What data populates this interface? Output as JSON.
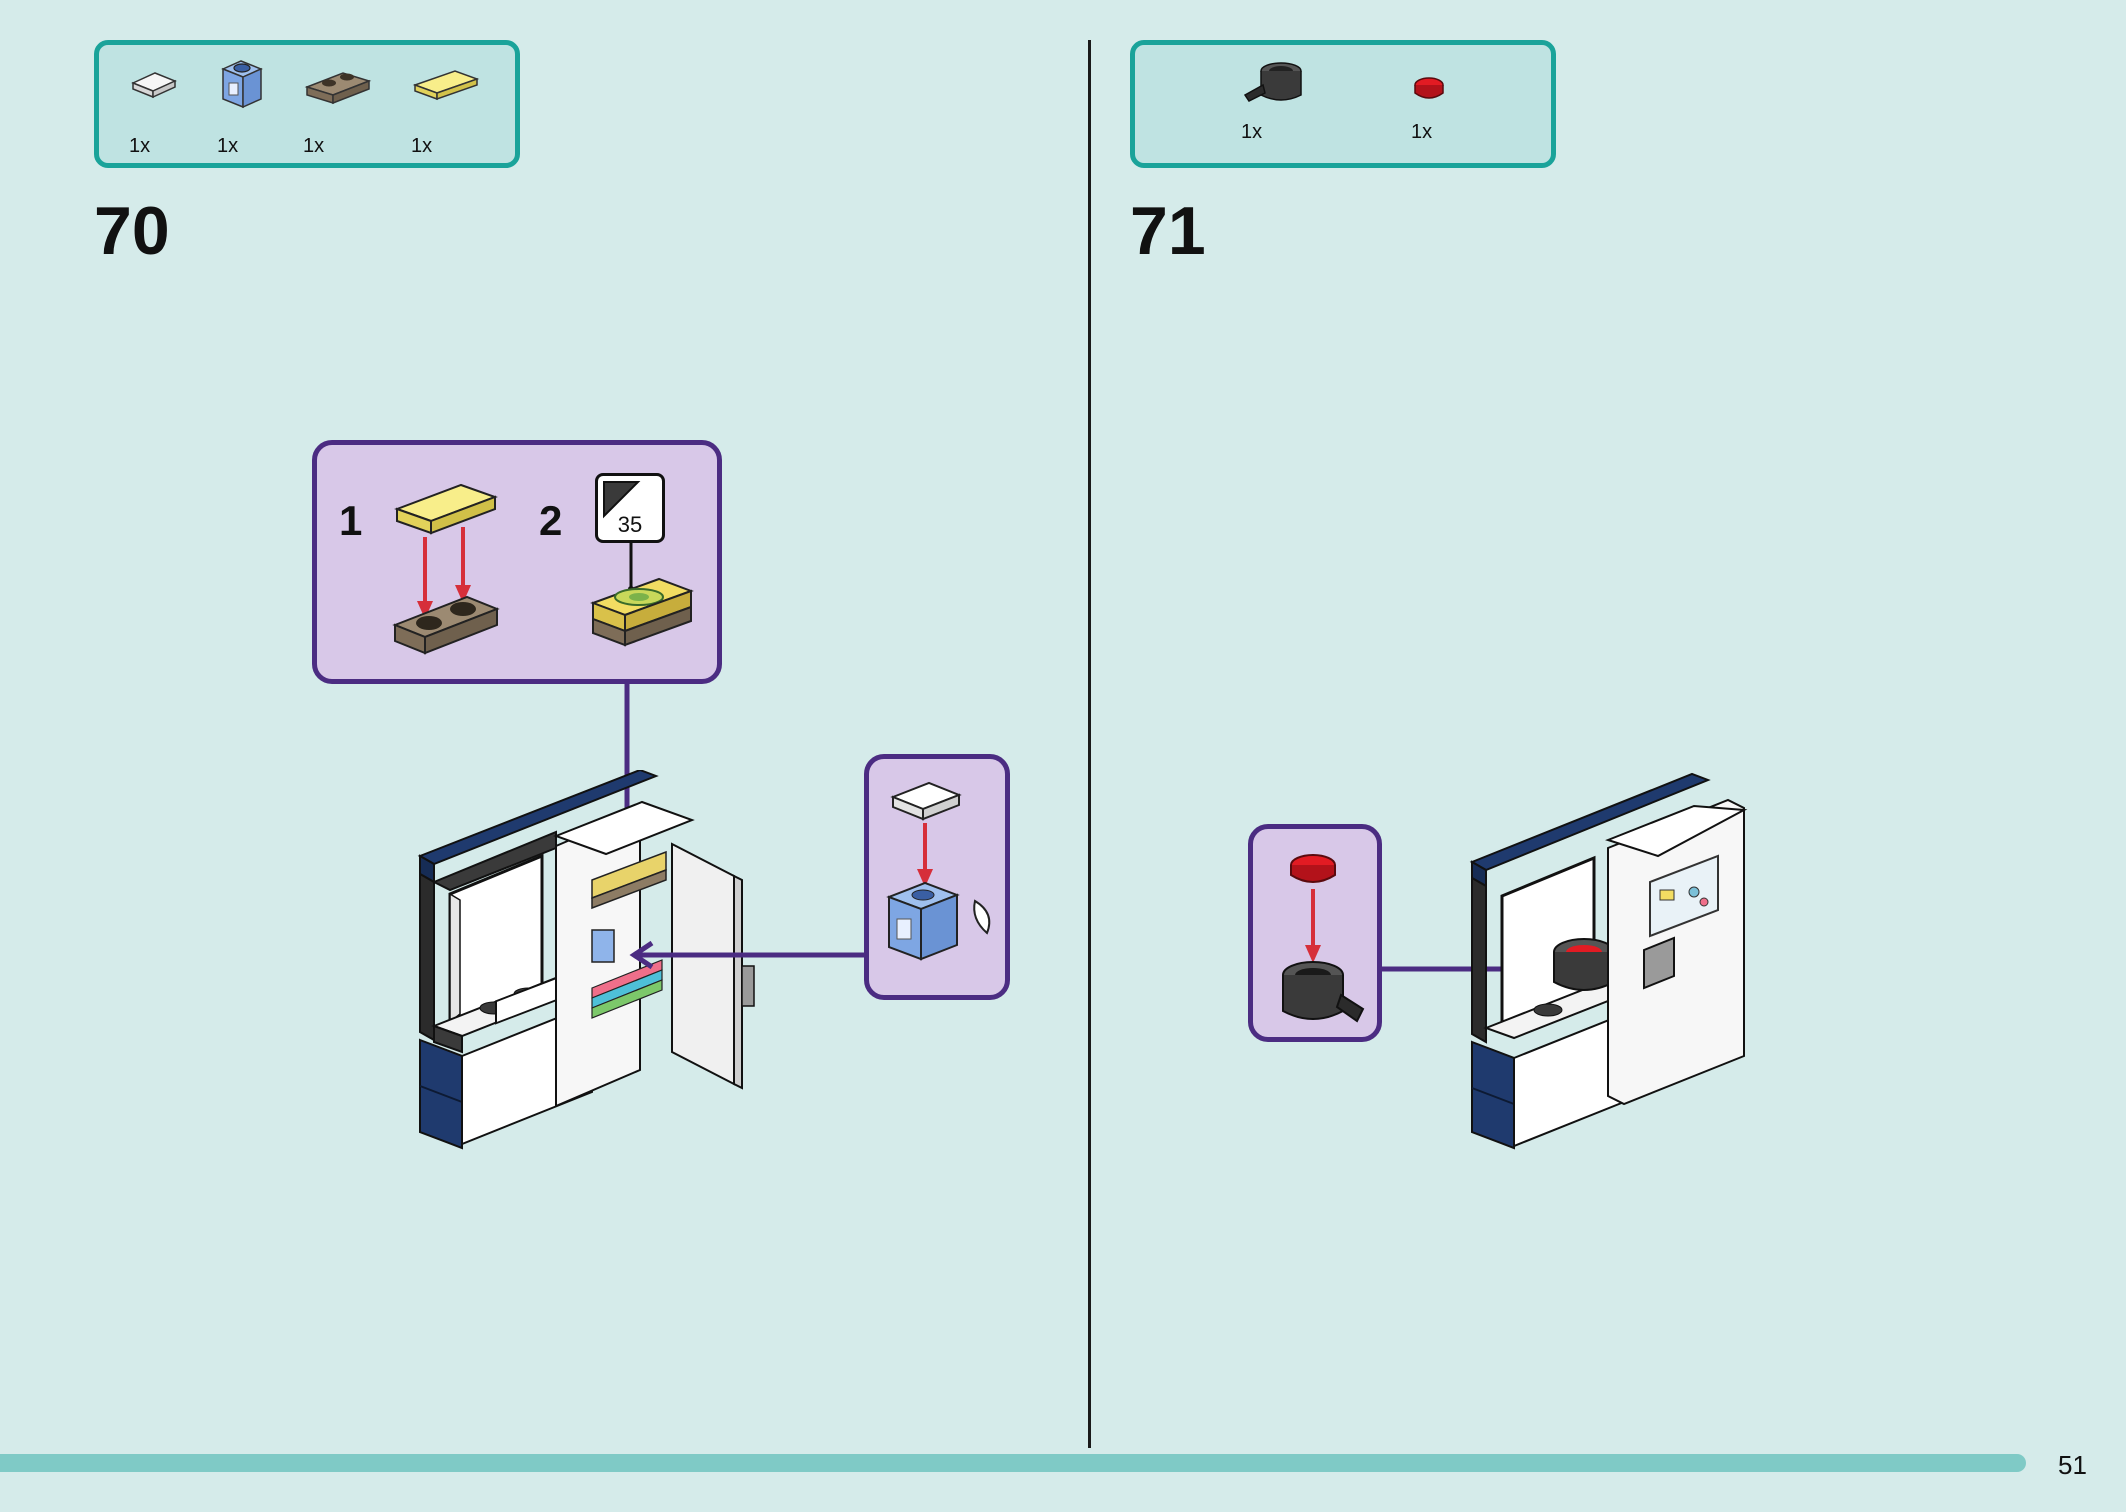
{
  "page": {
    "number": "51"
  },
  "steps": [
    {
      "number": "70",
      "parts": [
        {
          "icon": "white-tile-1x1-icon",
          "qty": "1x"
        },
        {
          "icon": "blue-printed-brick-1x1-icon",
          "qty": "1x"
        },
        {
          "icon": "tan-plate-1x2-icon",
          "qty": "1x"
        },
        {
          "icon": "yellow-tile-1x2-icon",
          "qty": "1x"
        }
      ],
      "substeps": [
        {
          "label": "1"
        },
        {
          "label": "2",
          "sticker": "35"
        }
      ]
    },
    {
      "number": "71",
      "parts": [
        {
          "icon": "black-pot-icon",
          "qty": "1x"
        },
        {
          "icon": "red-round-tile-icon",
          "qty": "1x"
        }
      ]
    }
  ],
  "colors": {
    "background": "#d5ebea",
    "parts_box_fill": "#bfe3e2",
    "parts_box_border": "#1aa39a",
    "callout_fill": "#d8c8e8",
    "callout_border": "#4b2c82",
    "footer_bar": "#7fcac6",
    "arrow_red": "#d62f3a",
    "navy": "#1f3a6e"
  }
}
